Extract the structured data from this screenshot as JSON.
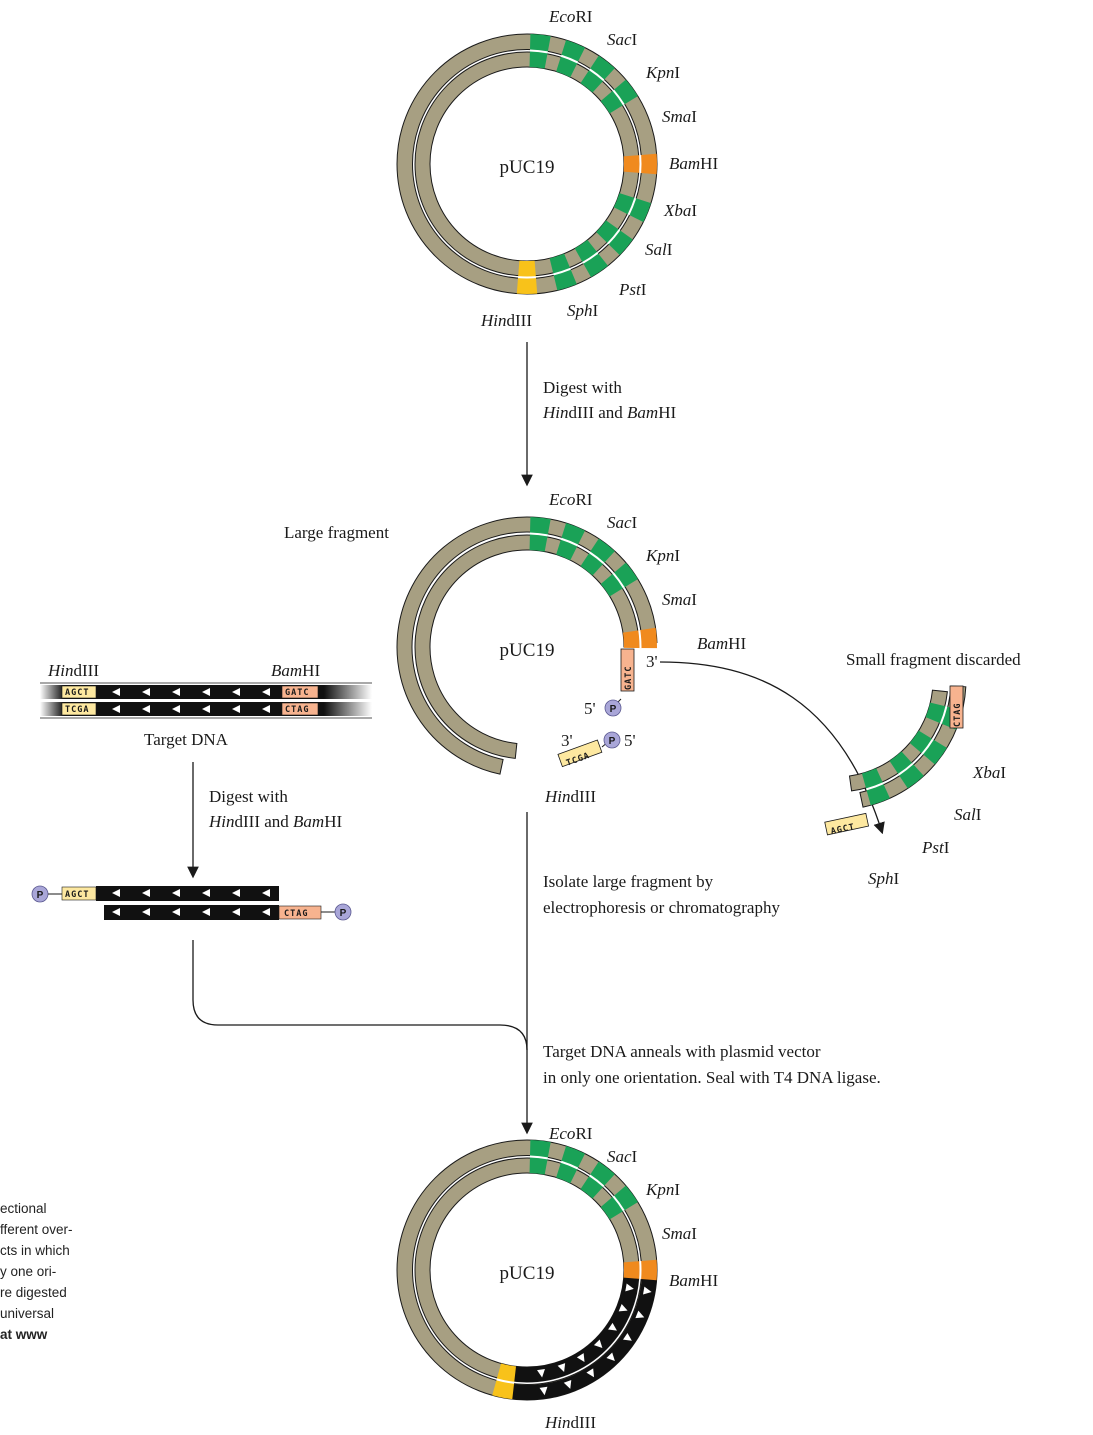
{
  "plasmid_top": {
    "name": "pUC19",
    "sites": [
      "EcoRI",
      "SacI",
      "KpnI",
      "SmaI",
      "BamHI",
      "XbaI",
      "SalI",
      "PstI",
      "SphI",
      "HindIII"
    ]
  },
  "step1": {
    "line1": "Digest with",
    "line2_italic": "Hin",
    "line2_rest": "dIII and ",
    "line2_italic2": "Bam",
    "line2_end": "HI"
  },
  "plasmid_mid": {
    "name": "pUC19",
    "large_fragment_label": "Large fragment",
    "sites": [
      "EcoRI",
      "SacI",
      "KpnI",
      "SmaI",
      "BamHI",
      "HindIII"
    ],
    "bam_seq": "GATC",
    "hind_seq": "TCGA",
    "prime3_top": "3'",
    "prime5_top": "5'",
    "prime3_bottom": "3'",
    "prime5_bottom": "5'"
  },
  "small_fragment": {
    "label": "Small fragment discarded",
    "sites": [
      "XbaI",
      "SalI",
      "PstI",
      "SphI"
    ],
    "top_seq": "CTAG",
    "bottom_seq": "AGCT"
  },
  "target": {
    "label": "Target DNA",
    "left_site": "HindIII",
    "right_site": "BamHI",
    "left_top_seq": "AGCT",
    "left_bottom_seq": "TCGA",
    "right_top_seq": "GATC",
    "right_bottom_seq": "CTAG"
  },
  "step2": {
    "line1": "Digest with",
    "line2_italic": "Hin",
    "line2_rest": "dIII and ",
    "line2_italic2": "Bam",
    "line2_end": "HI"
  },
  "digested_target": {
    "left_seq": "AGCT",
    "right_seq": "CTAG",
    "phosphate": "P"
  },
  "isolate": {
    "line1": "Isolate large fragment by",
    "line2": "electrophoresis or chromatography"
  },
  "anneal": {
    "line1": "Target DNA anneals with plasmid vector",
    "line2": "in only one orientation.  Seal with T4 DNA ligase."
  },
  "plasmid_bottom": {
    "name": "pUC19",
    "sites": [
      "EcoRI",
      "SacI",
      "KpnI",
      "SmaI",
      "BamHI",
      "HindIII"
    ]
  },
  "caption": {
    "lines": [
      "ectional",
      "fferent over-",
      "cts in which",
      "y one ori-",
      "re digested",
      "universal",
      "at www"
    ]
  },
  "colors": {
    "backbone": "#a79f82",
    "site_green": "#1aa257",
    "site_orange": "#f08a1e",
    "site_yellow": "#f8c21a",
    "seq_yellow": "#fde8a0",
    "seq_salmon": "#f7b38f",
    "phosphate": "#a9a6d8",
    "insert_black": "#111111"
  }
}
